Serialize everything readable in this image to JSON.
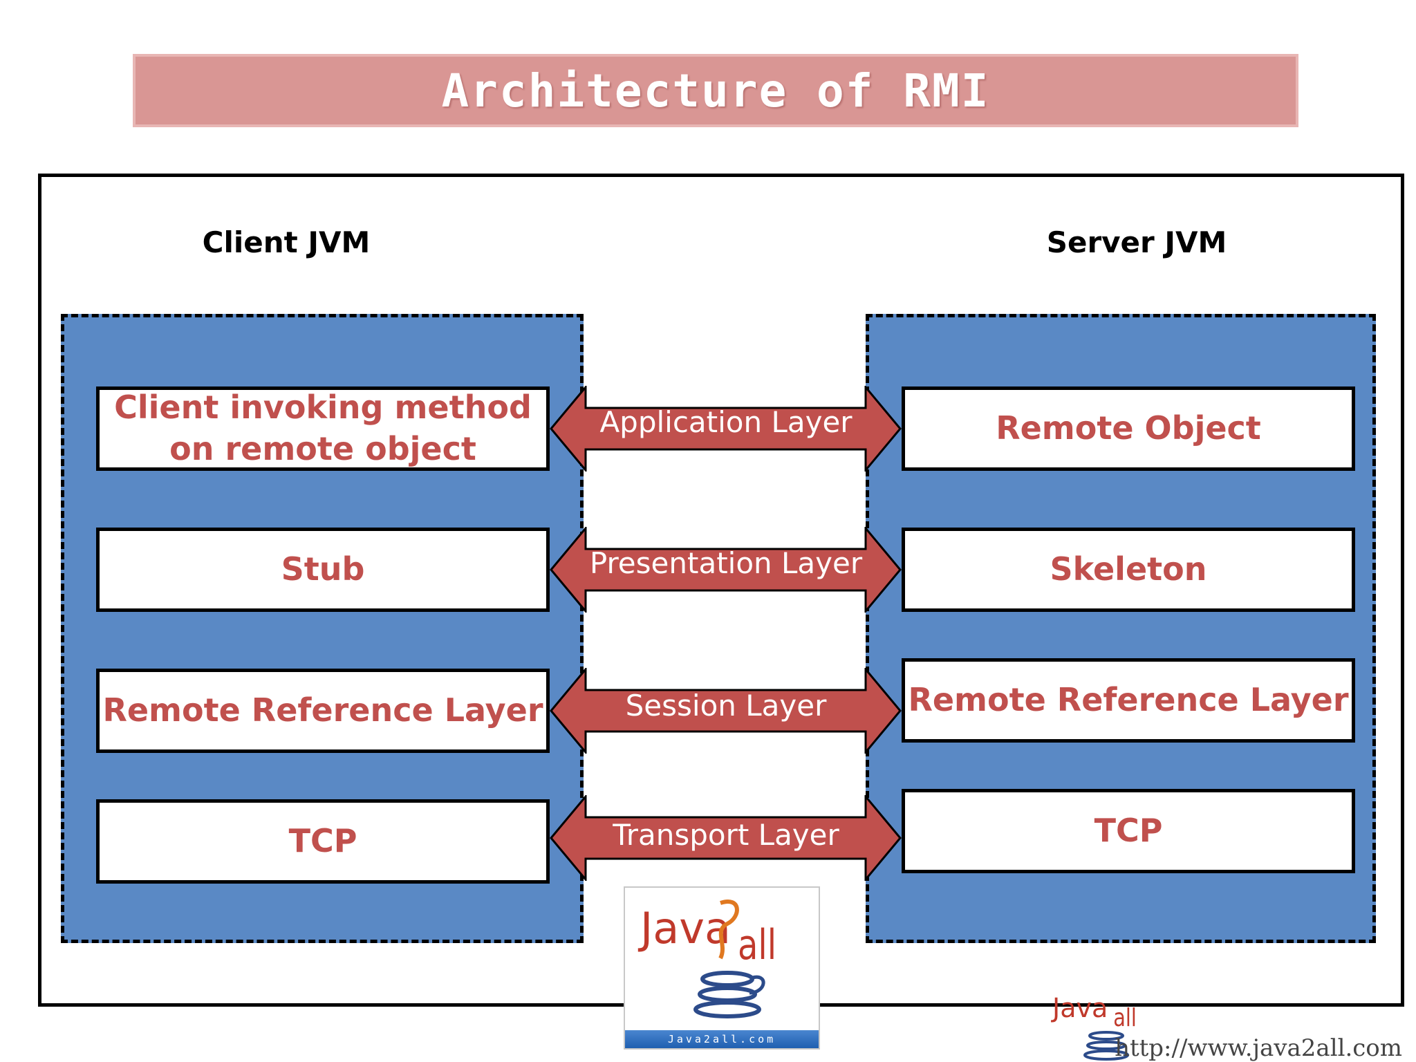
{
  "title": "Architecture of RMI",
  "client": {
    "label": "Client JVM",
    "boxes": [
      "Client invoking method on remote object",
      "Stub",
      "Remote Reference Layer",
      "TCP"
    ]
  },
  "server": {
    "label": "Server JVM",
    "boxes": [
      "Remote Object",
      "Skeleton",
      "Remote Reference Layer",
      "TCP"
    ]
  },
  "layers": [
    "Application Layer",
    "Presentation Layer",
    "Session Layer",
    "Transport Layer"
  ],
  "logo": {
    "brand_a": "Java",
    "brand_b": "all",
    "strip": "Java2all.com"
  },
  "footer": {
    "url": "http://www.java2all.com"
  },
  "colors": {
    "panel": "#5a89c5",
    "accent": "#c0504d",
    "banner": "#d99694"
  }
}
